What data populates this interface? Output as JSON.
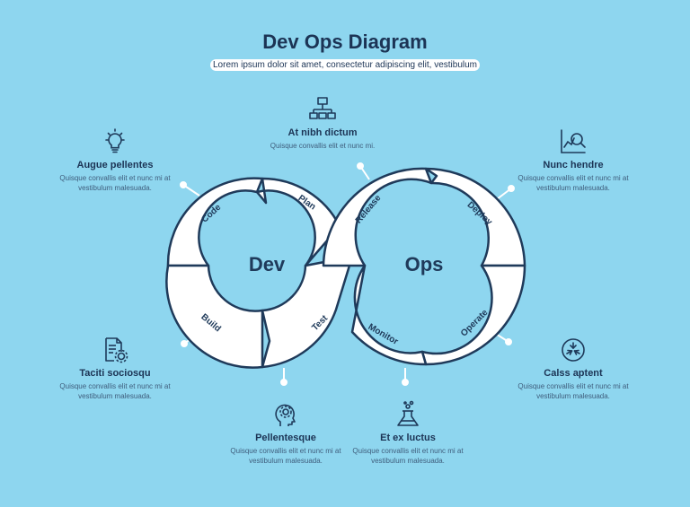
{
  "header": {
    "title": "Dev Ops Diagram",
    "subtitle": "Lorem ipsum dolor sit amet, consectetur adipiscing elit, vestibulum"
  },
  "diagram": {
    "dev_label": "Dev",
    "ops_label": "Ops",
    "segments": {
      "code": "Code",
      "plan": "Plan",
      "build": "Build",
      "test": "Test",
      "release": "Release",
      "deploy": "Deploy",
      "operate": "Operate",
      "monitor": "Monitor"
    }
  },
  "items": [
    {
      "title": "Augue pellentes",
      "text": "Quisque convallis elit et nunc mi at vestibulum malesuada.",
      "icon": "lightbulb-icon"
    },
    {
      "title": "At nibh dictum",
      "text": "Quisque convallis elit et nunc mi.",
      "icon": "network-icon"
    },
    {
      "title": "Nunc hendre",
      "text": "Quisque convallis elit et nunc mi at vestibulum malesuada.",
      "icon": "chart-magnifier-icon"
    },
    {
      "title": "Taciti sociosqu",
      "text": "Quisque convallis elit et nunc mi at vestibulum malesuada.",
      "icon": "document-gear-icon"
    },
    {
      "title": "Pellentesque",
      "text": "Quisque convallis elit et nunc mi at vestibulum malesuada.",
      "icon": "head-gear-icon"
    },
    {
      "title": "Et ex luctus",
      "text": "Quisque convallis elit et nunc mi at vestibulum malesuada.",
      "icon": "flask-icon"
    },
    {
      "title": "Calss aptent",
      "text": "Quisque convallis elit et nunc mi at vestibulum malesuada.",
      "icon": "arrows-target-icon"
    }
  ],
  "colors": {
    "background": "#8ed6ef",
    "ring_fill": "#ffffff",
    "ring_stroke": "#1f3a5a",
    "text_dark": "#1c3455"
  }
}
